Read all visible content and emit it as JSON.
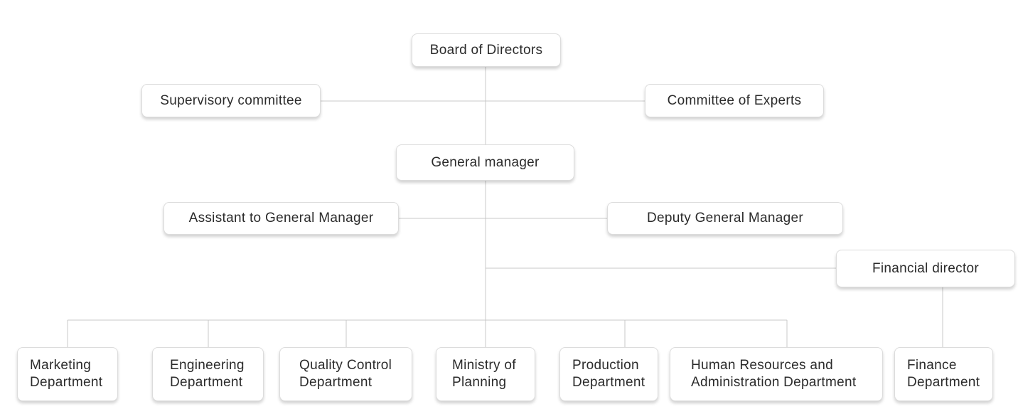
{
  "org_chart": {
    "board": "Board of Directors",
    "supervisory": "Supervisory committee",
    "experts": "Committee of Experts",
    "general_manager": "General manager",
    "assistant_gm": "Assistant to General Manager",
    "deputy_gm": "Deputy General Manager",
    "financial_director": "Financial director",
    "departments": {
      "marketing": "Marketing\nDepartment",
      "engineering": "Engineering\nDepartment",
      "quality_control": "Quality Control\nDepartment",
      "planning": "Ministry of\nPlanning",
      "production": "Production\nDepartment",
      "hr_admin": "Human Resources and\nAdministration Department",
      "finance": "Finance\nDepartment"
    }
  },
  "colors": {
    "connector": "#c8c8c8",
    "node_border": "#dcdcdc",
    "text": "#2b2b2b"
  }
}
